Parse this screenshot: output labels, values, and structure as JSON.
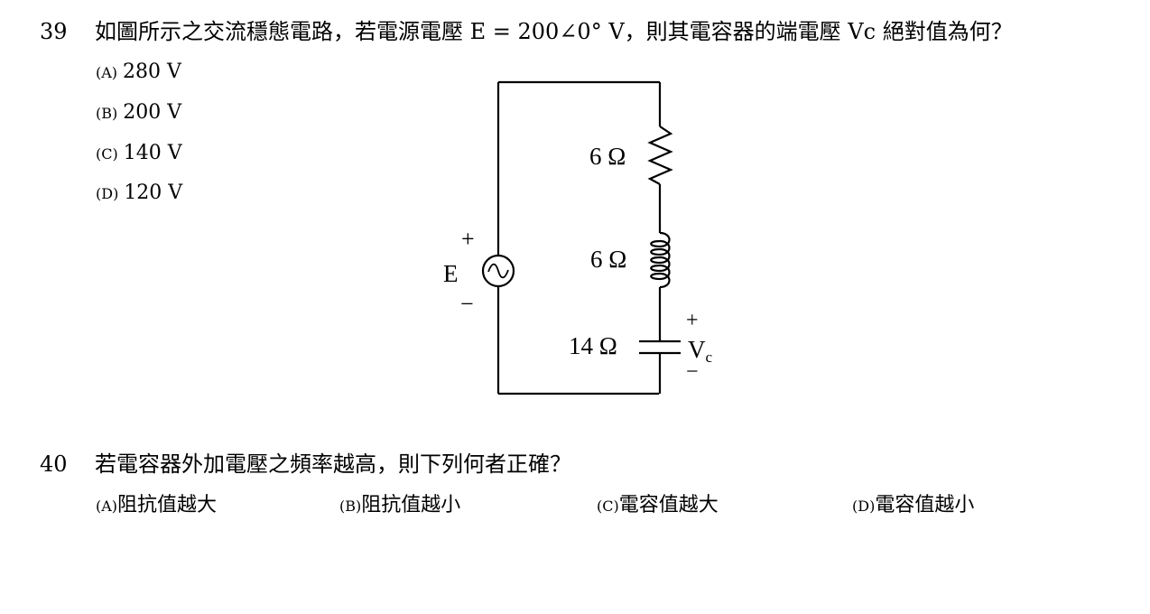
{
  "q39": {
    "number": "39",
    "text": "如圖所示之交流穩態電路，若電源電壓 E = 200∠0° V，則其電容器的端電壓 Vc 絕對值為何？",
    "options": [
      {
        "mark": "(A)",
        "text": "280 V"
      },
      {
        "mark": "(B)",
        "text": "200 V"
      },
      {
        "mark": "(C)",
        "text": "140 V"
      },
      {
        "mark": "(D)",
        "text": "120 V"
      }
    ],
    "circuit": {
      "source_label": "E",
      "source_plus": "+",
      "source_minus": "−",
      "resistor_label": "6 Ω",
      "inductor_label": "6 Ω",
      "capacitor_label": "14 Ω",
      "vc_plus": "+",
      "vc_label": "V",
      "vc_sub": "c",
      "vc_minus": "−"
    }
  },
  "q40": {
    "number": "40",
    "text": "若電容器外加電壓之頻率越高，則下列何者正確？",
    "options": [
      {
        "mark": "(A)",
        "text": "阻抗值越大"
      },
      {
        "mark": "(B)",
        "text": "阻抗值越小"
      },
      {
        "mark": "(C)",
        "text": "電容值越大"
      },
      {
        "mark": "(D)",
        "text": "電容值越小"
      }
    ]
  }
}
